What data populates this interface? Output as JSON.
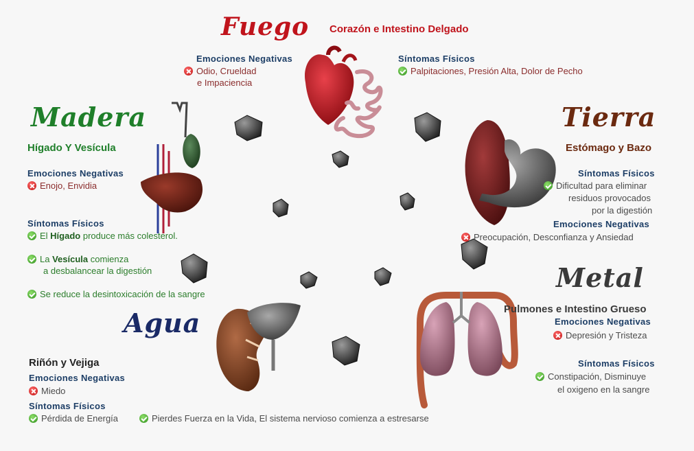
{
  "fuego": {
    "title": "Fuego",
    "organs": "Corazón e Intestino Delgado",
    "emociones_label": "Emociones Negativas",
    "emociones": [
      "Odio, Crueldad",
      "e Impaciencia"
    ],
    "sintomas_label": "Síntomas Físicos",
    "sintomas": [
      "Palpitaciones, Presión Alta, Dolor de Pecho"
    ]
  },
  "madera": {
    "title": "Madera",
    "organs": "Hígado Y Vesícula",
    "emociones_label": "Emociones Negativas",
    "emociones": [
      "Enojo, Envidia"
    ],
    "sintomas_label": "Síntomas Físicos",
    "sintomas": [
      {
        "pre": "El ",
        "bold": "Hígado",
        "post": " produce más colesterol."
      },
      {
        "pre": "La ",
        "bold": "Vesícula",
        "post": " comienza",
        "line2": "a desbalancear la digestión"
      },
      {
        "pre": "Se reduce la desintoxicación de la sangre",
        "bold": "",
        "post": ""
      }
    ]
  },
  "tierra": {
    "title": "Tierra",
    "organs": "Estómago y Bazo",
    "sintomas_label": "Síntomas Físicos",
    "sintomas": [
      "Dificultad para eliminar",
      "residuos provocados",
      "por la digestión"
    ],
    "emociones_label": "Emociones Negativas",
    "emociones": [
      "Preocupación, Desconfianza y Ansiedad"
    ]
  },
  "metal": {
    "title": "Metal",
    "organs": "Pulmones e Intestino Grueso",
    "emociones_label": "Emociones Negativas",
    "emociones": [
      "Depresión y Tristeza"
    ],
    "sintomas_label": "Síntomas Físicos",
    "sintomas": [
      "Constipación, Disminuye",
      "el oxigeno en la sangre"
    ]
  },
  "agua": {
    "title": "Agua",
    "organs": "Riñón y Vejiga",
    "emociones_label": "Emociones Negativas",
    "emociones": [
      "Miedo"
    ],
    "sintomas_label": "Síntomas Físicos",
    "sintomas": [
      "Pérdida de Energía",
      "Pierdes Fuerza en la Vida, El sistema nervioso comienza a estresarse"
    ]
  },
  "colors": {
    "fuego": "#c0141c",
    "madera": "#1f7f2a",
    "tierra": "#6b2a10",
    "metal": "#3a3a3a",
    "agua": "#1a2a66"
  }
}
